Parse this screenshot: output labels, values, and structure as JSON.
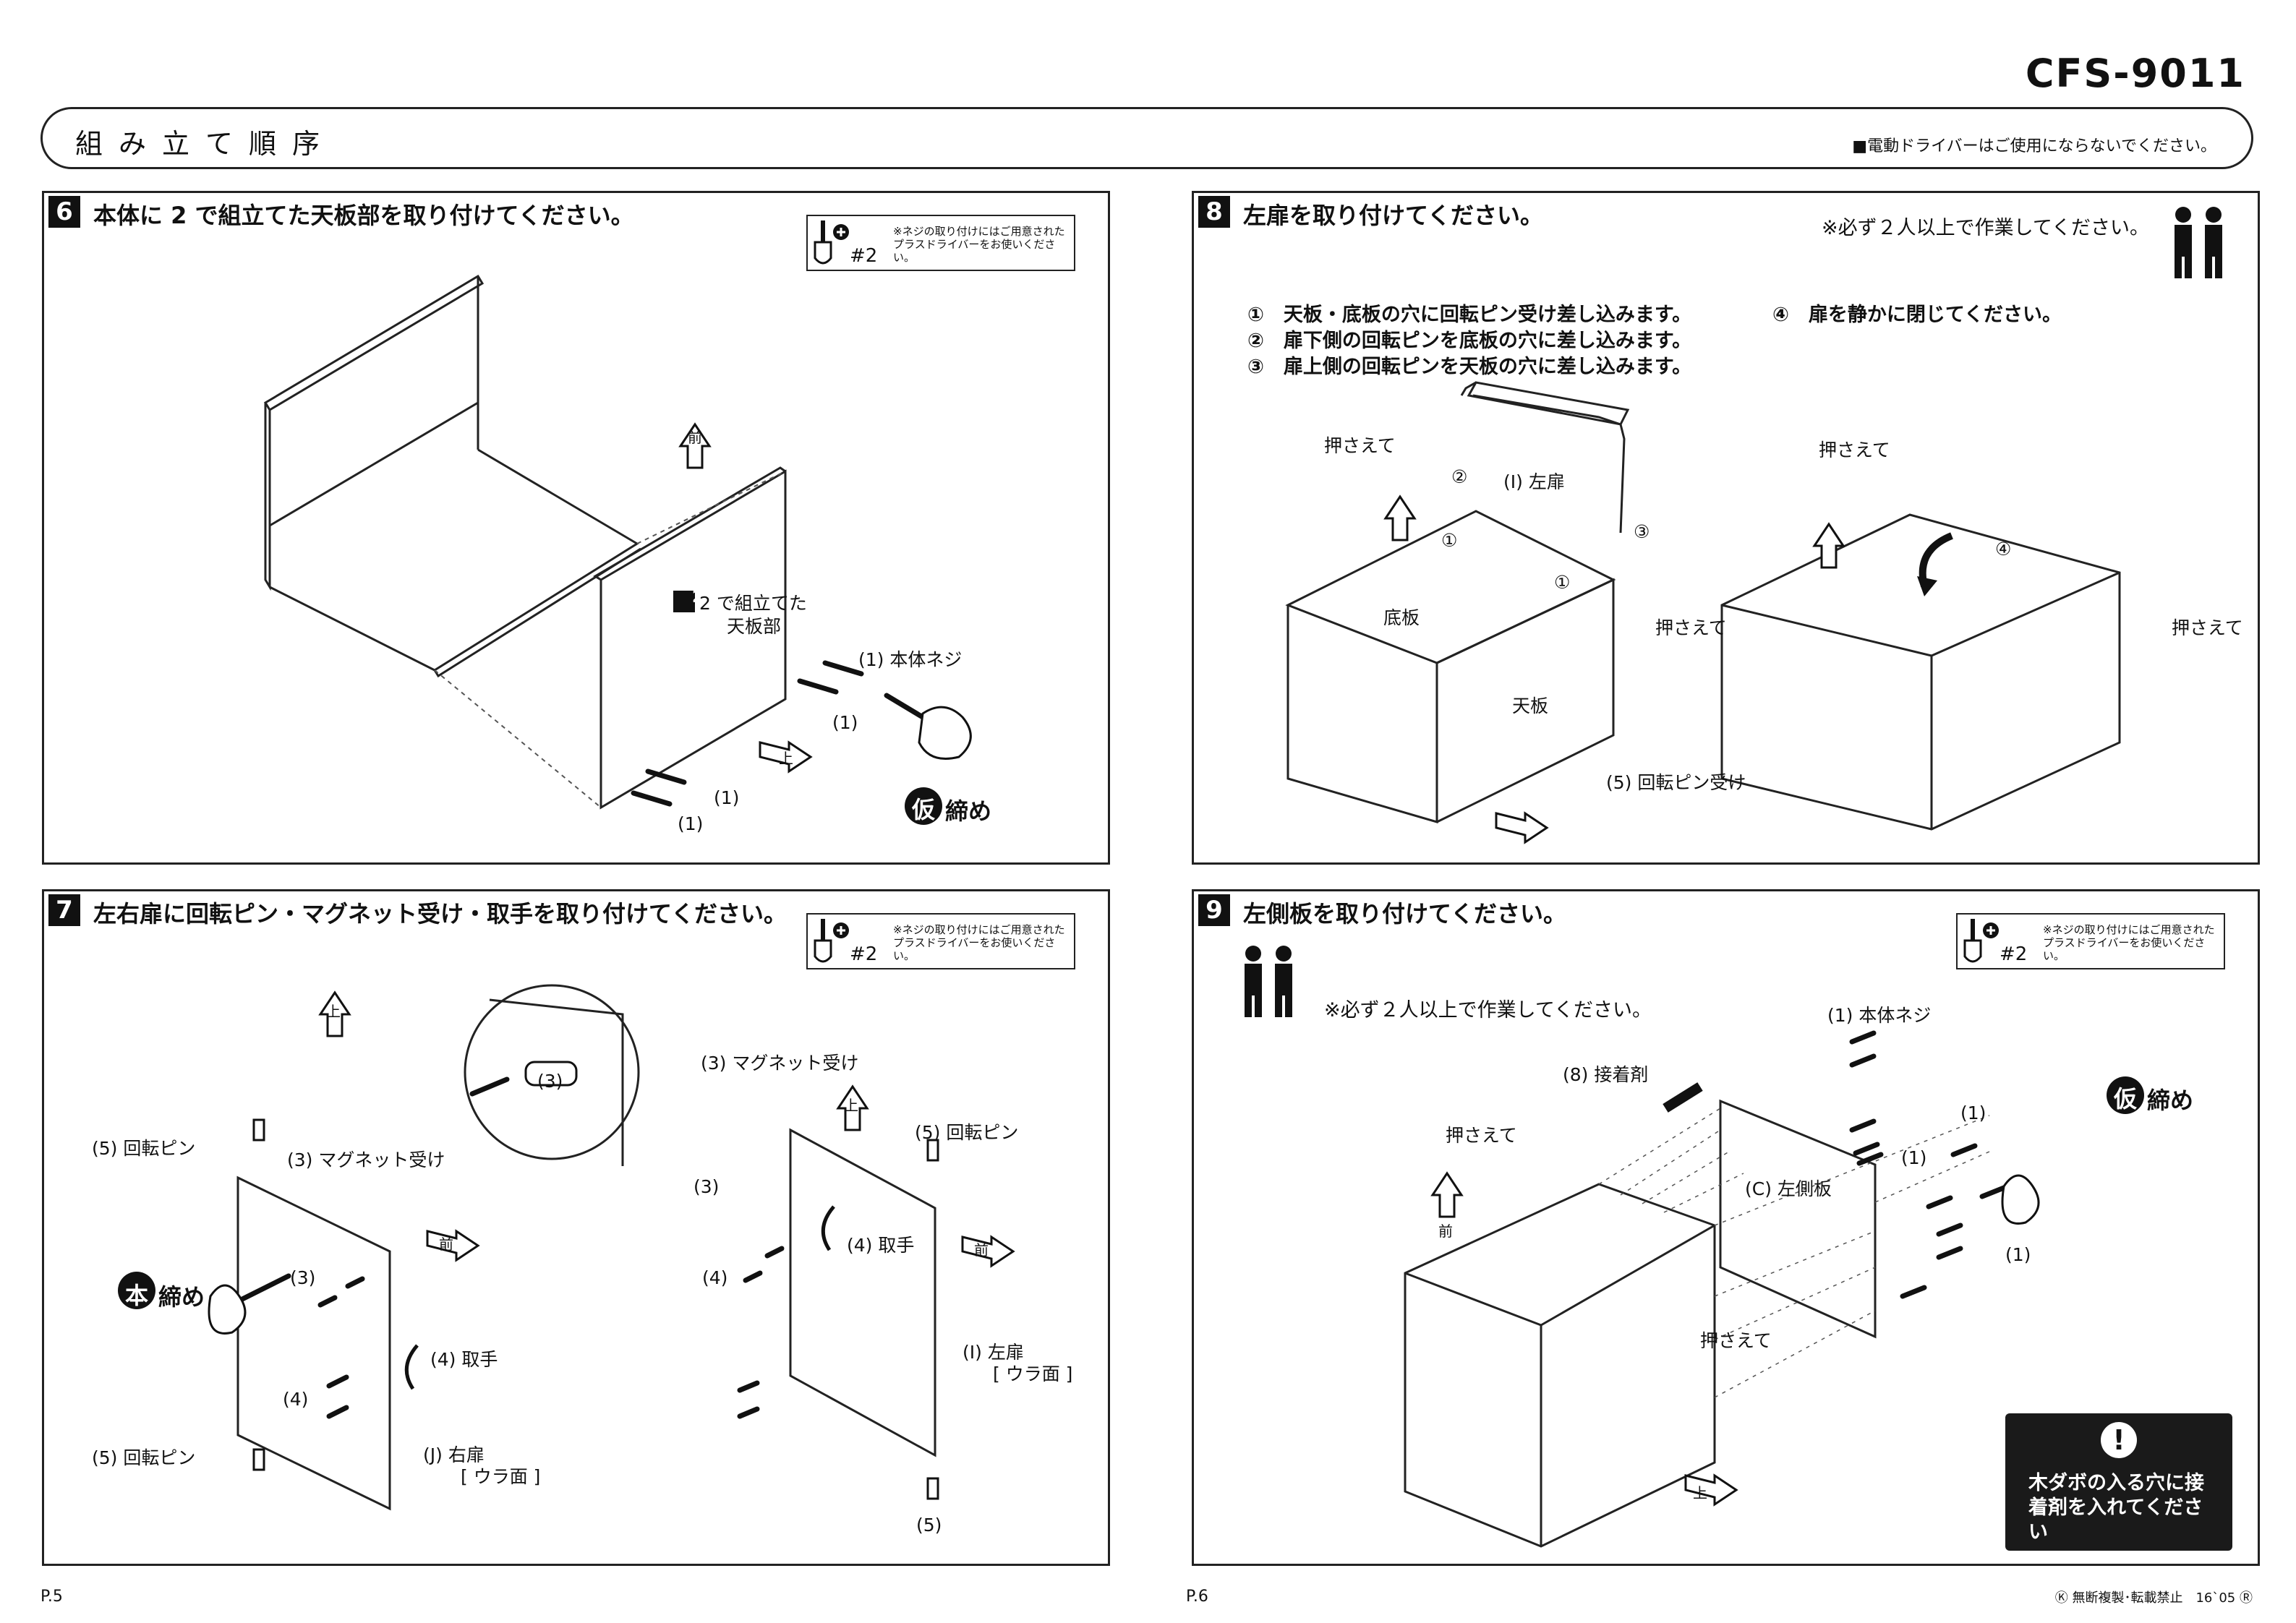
{
  "model": "CFS-9011",
  "header": {
    "title": "組み立て順序",
    "note": "■電動ドライバーはご使用にならないでください。"
  },
  "tool_note": {
    "text": "※ネジの取り付けにはご用意されたプラスドライバーをお使いください。",
    "size": "#2"
  },
  "panel6": {
    "number": "6",
    "title": "本体に 2 で組立てた天板部を取り付けてください。",
    "labels": {
      "assembled_line1": "2 で組立てた",
      "assembled_line2": "天板部",
      "screw": "(1) 本体ネジ",
      "one_a": "(1)",
      "one_b": "(1)",
      "one_c": "(1)",
      "front": "前",
      "up": "上"
    },
    "stamp": {
      "kanji": "仮",
      "text": "締め"
    }
  },
  "panel8": {
    "number": "8",
    "title": "左扉を取り付けてください。",
    "two_people": "※必ず２人以上で作業してください。",
    "steps": [
      "①　天板・底板の穴に回転ピン受け差し込みます。",
      "②　扉下側の回転ピンを底板の穴に差し込みます。",
      "③　扉上側の回転ピンを天板の穴に差し込みます。",
      "④　扉を静かに閉じてください。"
    ],
    "labels": {
      "hold": "押さえて",
      "left_door": "(I) 左扉",
      "bottom": "底板",
      "top": "天板",
      "pin_receiver": "(5) 回転ピン受け",
      "c1": "①",
      "c2": "②",
      "c3": "③",
      "c4": "④"
    }
  },
  "panel7": {
    "number": "7",
    "title": "左右扉に回転ピン・マグネット受け・取手を取り付けてください。",
    "labels": {
      "pin": "(5) 回転ピン",
      "magnet": "(3) マグネット受け",
      "three": "(3)",
      "four": "(4)",
      "handle": "(4) 取手",
      "five": "(5)",
      "right_door": "(J) 右扉",
      "back_face": "[ ウラ面 ]",
      "left_door": "(I) 左扉",
      "front": "前",
      "up": "上"
    },
    "stamp": {
      "kanji": "本",
      "text": "締め"
    }
  },
  "panel9": {
    "number": "9",
    "title": "左側板を取り付けてください。",
    "two_people": "※必ず２人以上で作業してください。",
    "labels": {
      "screw": "(1) 本体ネジ",
      "glue": "(8) 接着剤",
      "hold": "押さえて",
      "side": "(C) 左側板",
      "one": "(1)",
      "front": "前",
      "up": "上"
    },
    "stamp": {
      "kanji": "仮",
      "text": "締め"
    },
    "warning": "木ダボの入る穴に接着剤を入れてください"
  },
  "footer": {
    "page_left": "P.5",
    "page_right": "P.6",
    "copyright": "Ⓚ 無断複製･転載禁止　16`05 Ⓡ"
  }
}
